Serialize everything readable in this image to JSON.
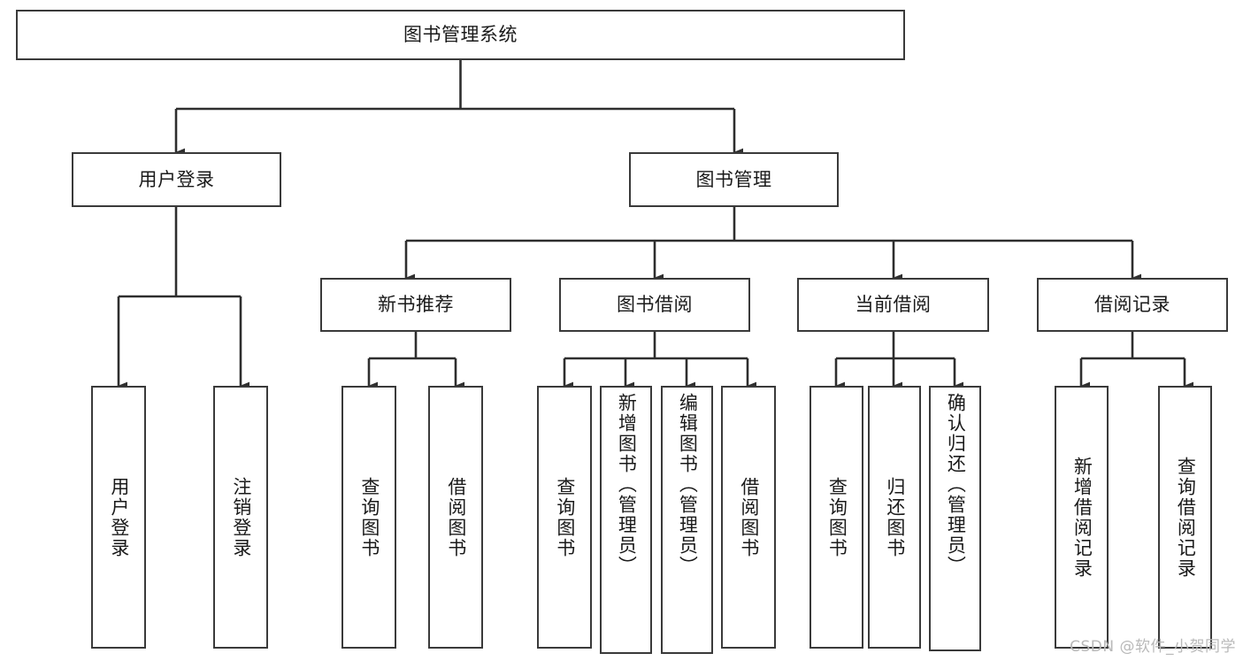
{
  "diagram": {
    "type": "tree",
    "title": "图书管理系统",
    "root": {
      "id": "root",
      "label": "图书管理系统"
    },
    "level2": [
      {
        "id": "user-login",
        "label": "用户登录"
      },
      {
        "id": "book-manage",
        "label": "图书管理"
      }
    ],
    "level3": [
      {
        "id": "new-book-rec",
        "label": "新书推荐",
        "parent": "book-manage"
      },
      {
        "id": "book-borrow",
        "label": "图书借阅",
        "parent": "book-manage"
      },
      {
        "id": "current-borrow",
        "label": "当前借阅",
        "parent": "book-manage"
      },
      {
        "id": "borrow-record",
        "label": "借阅记录",
        "parent": "book-manage"
      }
    ],
    "leaves": [
      {
        "id": "leaf-user-login",
        "label": "用户登录",
        "parent": "user-login"
      },
      {
        "id": "leaf-logout",
        "label": "注销登录",
        "parent": "user-login"
      },
      {
        "id": "leaf-query-book-1",
        "label": "查询图书",
        "parent": "new-book-rec"
      },
      {
        "id": "leaf-borrow-book-1",
        "label": "借阅图书",
        "parent": "new-book-rec"
      },
      {
        "id": "leaf-query-book-2",
        "label": "查询图书",
        "parent": "book-borrow"
      },
      {
        "id": "leaf-add-book",
        "label": "新增图书（管理员）",
        "parent": "book-borrow"
      },
      {
        "id": "leaf-edit-book",
        "label": "编辑图书（管理员）",
        "parent": "book-borrow"
      },
      {
        "id": "leaf-borrow-book-2",
        "label": "借阅图书",
        "parent": "book-borrow"
      },
      {
        "id": "leaf-query-book-3",
        "label": "查询图书",
        "parent": "current-borrow"
      },
      {
        "id": "leaf-return-book",
        "label": "归还图书",
        "parent": "current-borrow"
      },
      {
        "id": "leaf-confirm-return",
        "label": "确认归还（管理员）",
        "parent": "current-borrow"
      },
      {
        "id": "leaf-add-record",
        "label": "新增借阅记录",
        "parent": "borrow-record"
      },
      {
        "id": "leaf-query-record",
        "label": "查询借阅记录",
        "parent": "borrow-record"
      }
    ],
    "colors": {
      "background": "#ffffff",
      "box_border": "#3a3a3a",
      "box_fill": "#ffffff",
      "connector": "#2e2e2e",
      "text": "#1a1a1a",
      "watermark": "#b9b9b9"
    }
  },
  "watermark": {
    "text": "CSDN @软件_小贺同学"
  }
}
